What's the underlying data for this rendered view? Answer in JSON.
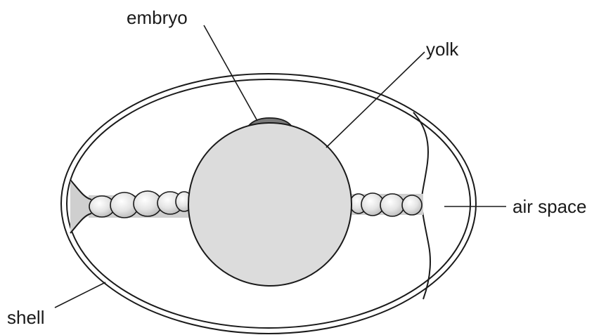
{
  "labels": {
    "embryo": "embryo",
    "yolk": "yolk",
    "air_space": "air space",
    "shell": "shell"
  },
  "colors": {
    "outline": "#1a1a1a",
    "albumen": "#ffffff",
    "yolk": "#dcdcdc",
    "embryo": "#7a7a7a",
    "chalaza": "#cfcfcf",
    "air_space": "#ffffff"
  }
}
